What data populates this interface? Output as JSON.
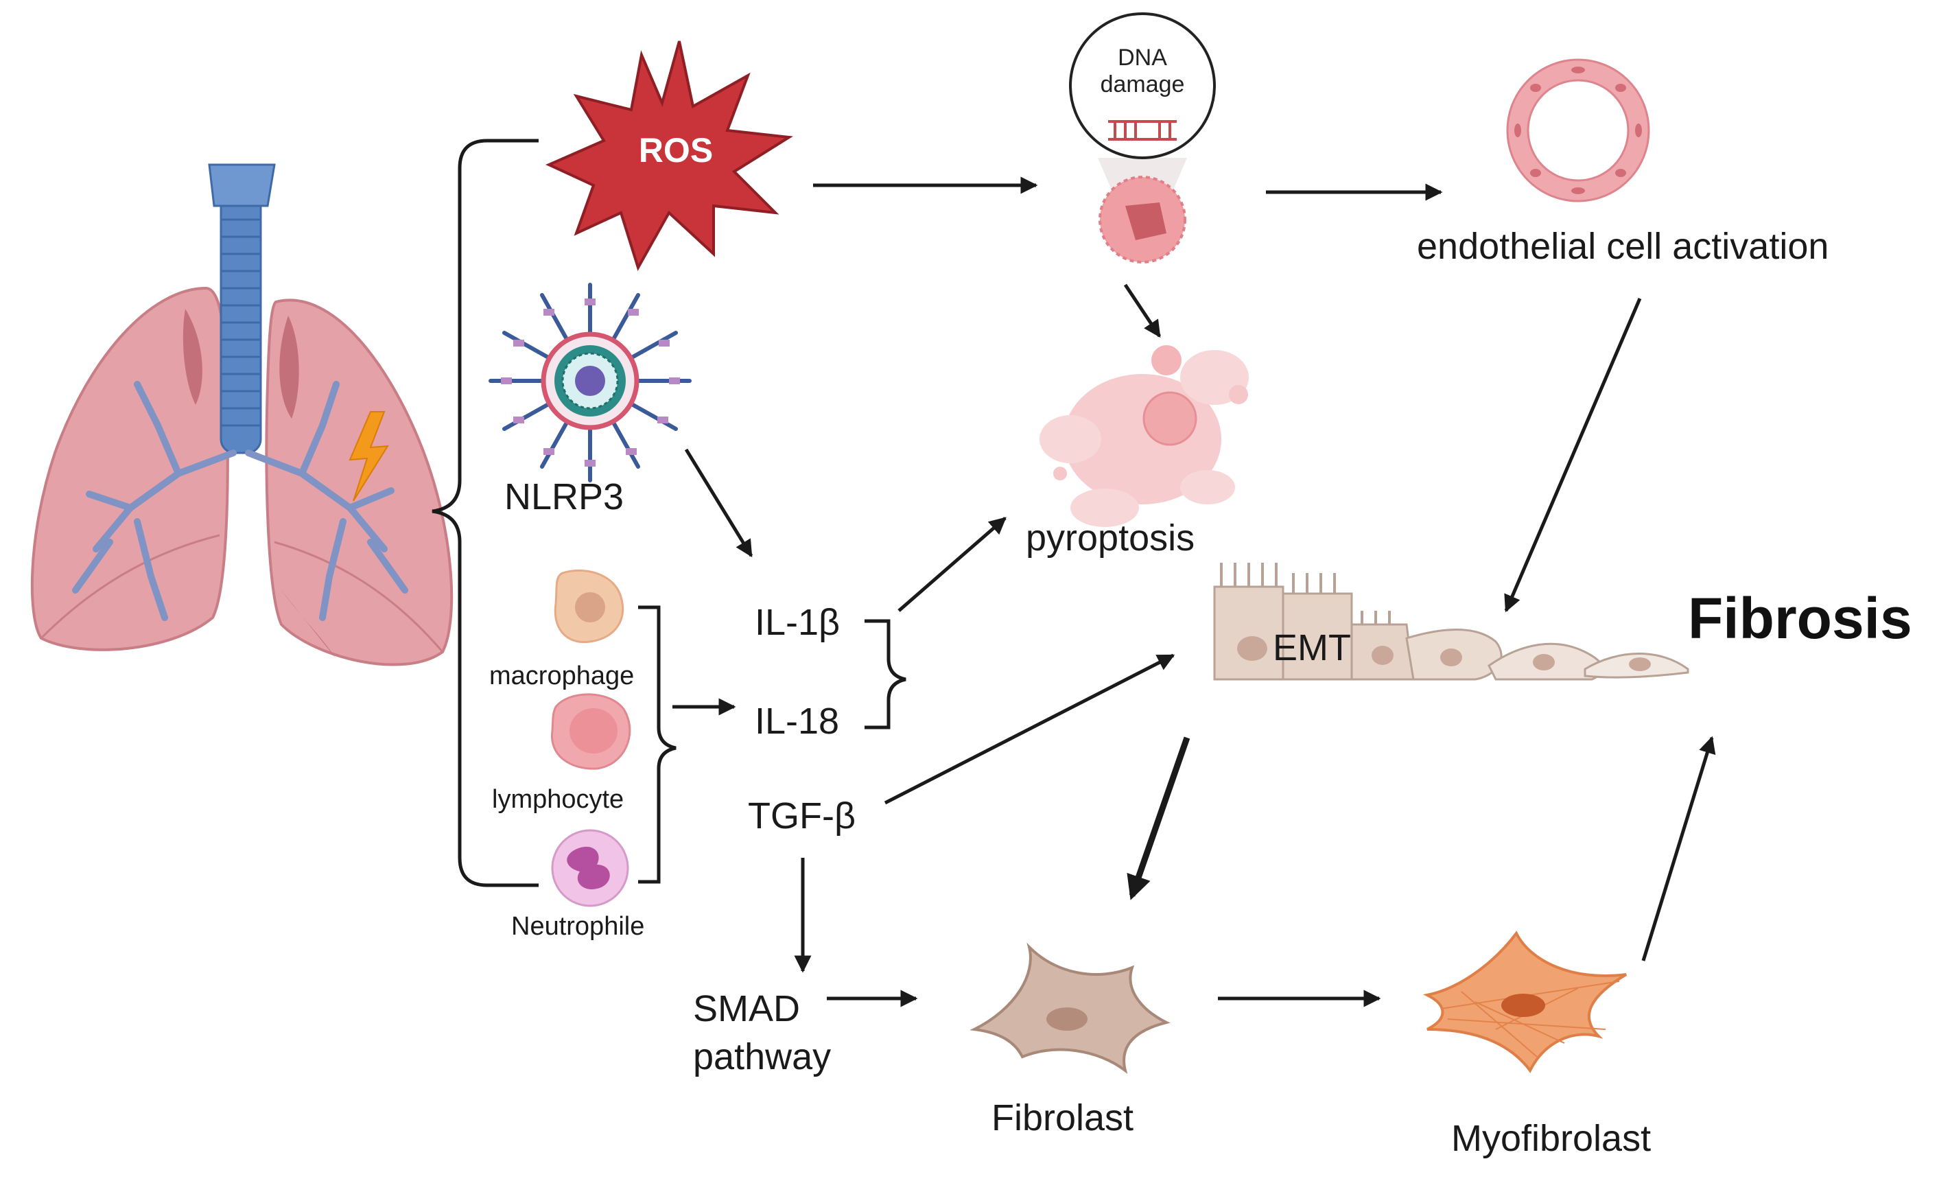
{
  "labels": {
    "ros": "ROS",
    "dna_damage_line1": "DNA",
    "dna_damage_line2": "damage",
    "endothelial": "endothelial cell activation",
    "nlrp3": "NLRP3",
    "pyroptosis": "pyroptosis",
    "il1b": "IL-1β",
    "il18": "IL-18",
    "tgfb": "TGF-β",
    "emt": "EMT",
    "fibrosis": "Fibrosis",
    "macrophage": "macrophage",
    "lymphocyte": "lymphocyte",
    "neutrophile": "Neutrophile",
    "smad_line1": "SMAD",
    "smad_line2": "pathway",
    "fibroblast": "Fibrolast",
    "myofibroblast": "Myofibrolast"
  },
  "colors": {
    "lung": "#e09aa2",
    "trachea": "#5b86c4",
    "ros": "#c8343a",
    "arrow": "#1a1a1a",
    "macrophage": "#f2c9a8",
    "lymphocyte": "#f0a8ae",
    "neutrophile": "#e3a3d4",
    "fibroblast": "#cdb0a0",
    "myofibroblast": "#ef9560",
    "emt_cells": "#e6d3c8"
  },
  "icons": [
    "lung-icon",
    "ros-starburst-icon",
    "dna-damage-icon",
    "damaged-cell-icon",
    "endothelial-ring-icon",
    "nlrp3-inflammasome-icon",
    "pyroptosis-cell-icon",
    "emt-cells-icon",
    "macrophage-icon",
    "lymphocyte-icon",
    "neutrophile-icon",
    "fibroblast-icon",
    "myofibroblast-icon"
  ]
}
